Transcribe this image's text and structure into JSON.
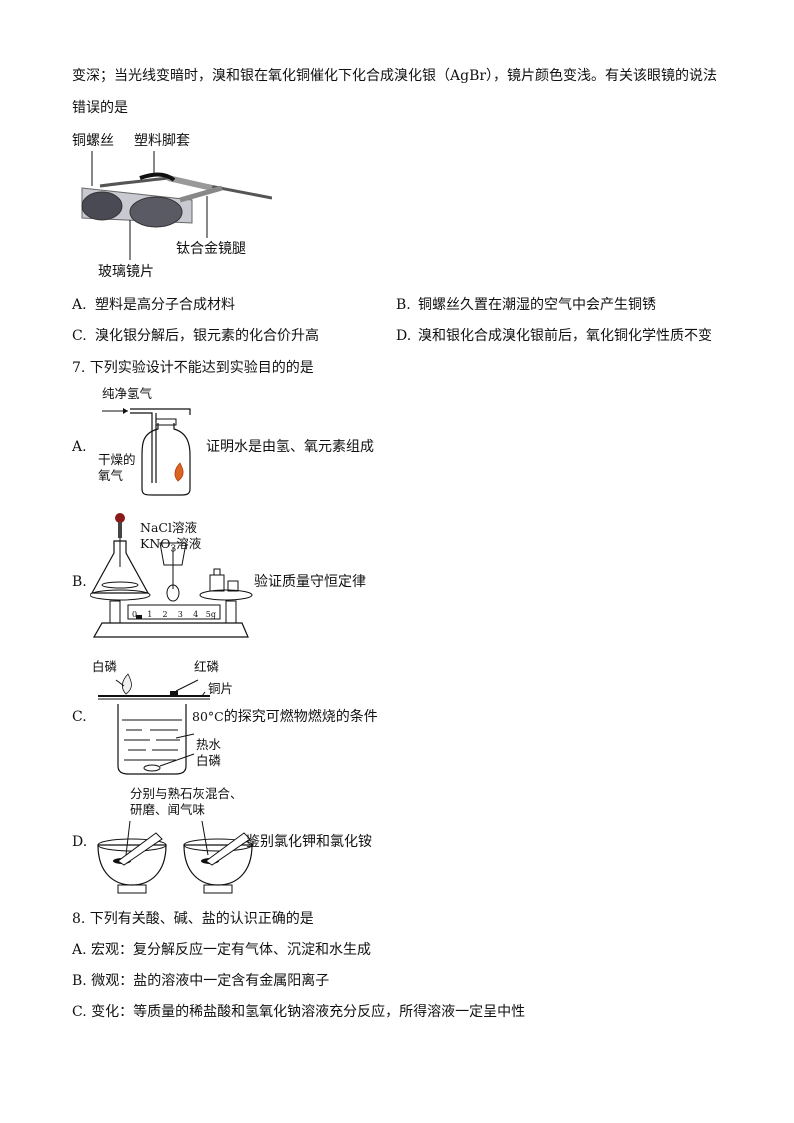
{
  "intro": {
    "line1": "变深；当光线变暗时，溴和银在氧化铜催化下化合成溴化银（AgBr），镜片颜色变浅。有关该眼镜的说法",
    "line2": "错误的是"
  },
  "glasses_figure": {
    "label_copper_screw": "铜螺丝",
    "label_plastic_foot": "塑料脚套",
    "label_titanium_leg": "钛合金镜腿",
    "label_glass_lens": "玻璃镜片"
  },
  "q6_options": {
    "A": {
      "letter": "A.",
      "text": "塑料是高分子合成材料"
    },
    "B": {
      "letter": "B.",
      "text": "铜螺丝久置在潮湿的空气中会产生铜锈"
    },
    "C": {
      "letter": "C.",
      "text": "溴化银分解后，银元素的化合价升高"
    },
    "D": {
      "letter": "D.",
      "text": "溴和银化合成溴化银前后，氧化铜化学性质不变"
    }
  },
  "q7": {
    "stem": "7. 下列实验设计不能达到实验目的的是",
    "A": {
      "letter": "A.",
      "gas_in": "纯净氢气",
      "dry_oxygen_1": "干燥的",
      "dry_oxygen_2": "氧气",
      "purpose": "证明水是由氢、氧元素组成"
    },
    "B": {
      "letter": "B.",
      "nacl": "NaCl溶液",
      "kno3": "KNO",
      "kno3_sub": "3",
      "kno3_tail": "溶液",
      "purpose": "验证质量守恒定律",
      "scale": [
        "0",
        "1",
        "2",
        "3",
        "4",
        "5g"
      ]
    },
    "C": {
      "letter": "C.",
      "white_p_top": "白磷",
      "red_p": "红磷",
      "copper_sheet": "铜片",
      "temp": "80",
      "temp_unit": "°C",
      "purpose": "的探究可燃物燃烧的条件",
      "hot_water": "热水",
      "white_p_bottom": "白磷"
    },
    "D": {
      "letter": "D.",
      "note_1": "分别与熟石灰混合、",
      "note_2": "研磨、闻气味",
      "purpose": "鉴别氯化钾和氯化铵"
    }
  },
  "q8": {
    "stem": "8. 下列有关酸、碱、盐的认识正确的是",
    "A": "A.  宏观：复分解反应一定有气体、沉淀和水生成",
    "B": "B.  微观：盐的溶液中一定含有金属阳离子",
    "C": "C.  变化：等质量的稀盐酸和氢氧化钠溶液充分反应，所得溶液一定呈中性"
  }
}
